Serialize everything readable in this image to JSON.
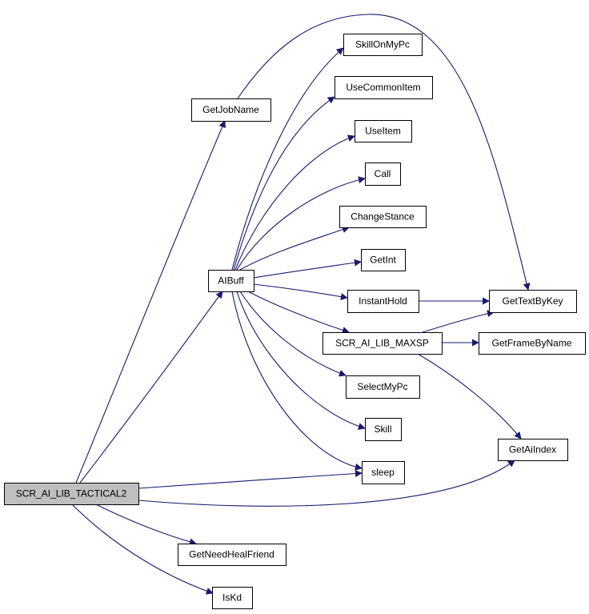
{
  "graph": {
    "edge_color": "#191970",
    "root_fill": "#bfbfbf",
    "nodes": [
      {
        "id": "root",
        "label": "SCR_AI_LIB_TACTICAL2"
      },
      {
        "id": "getjobname",
        "label": "GetJobName"
      },
      {
        "id": "aibuff",
        "label": "AIBuff"
      },
      {
        "id": "skillonmypc",
        "label": "SkillOnMyPc"
      },
      {
        "id": "usecommonitem",
        "label": "UseCommonItem"
      },
      {
        "id": "useitem",
        "label": "UseItem"
      },
      {
        "id": "call",
        "label": "Call"
      },
      {
        "id": "changestance",
        "label": "ChangeStance"
      },
      {
        "id": "getint",
        "label": "GetInt"
      },
      {
        "id": "instanthold",
        "label": "InstantHold"
      },
      {
        "id": "maxsp",
        "label": "SCR_AI_LIB_MAXSP"
      },
      {
        "id": "selectmypc",
        "label": "SelectMyPc"
      },
      {
        "id": "skill",
        "label": "Skill"
      },
      {
        "id": "sleep",
        "label": "sleep"
      },
      {
        "id": "gettextbykey",
        "label": "GetTextByKey"
      },
      {
        "id": "getframebyname",
        "label": "GetFrameByName"
      },
      {
        "id": "getaiindex",
        "label": "GetAiIndex"
      },
      {
        "id": "getneedhealfriend",
        "label": "GetNeedHealFriend"
      },
      {
        "id": "iskd",
        "label": "IsKd"
      }
    ],
    "edges": [
      {
        "from": "root",
        "to": "getjobname"
      },
      {
        "from": "root",
        "to": "aibuff"
      },
      {
        "from": "root",
        "to": "sleep"
      },
      {
        "from": "root",
        "to": "getaiindex"
      },
      {
        "from": "root",
        "to": "getneedhealfriend"
      },
      {
        "from": "root",
        "to": "iskd"
      },
      {
        "from": "getjobname",
        "to": "gettextbykey"
      },
      {
        "from": "aibuff",
        "to": "skillonmypc"
      },
      {
        "from": "aibuff",
        "to": "usecommonitem"
      },
      {
        "from": "aibuff",
        "to": "useitem"
      },
      {
        "from": "aibuff",
        "to": "call"
      },
      {
        "from": "aibuff",
        "to": "changestance"
      },
      {
        "from": "aibuff",
        "to": "getint"
      },
      {
        "from": "aibuff",
        "to": "instanthold"
      },
      {
        "from": "aibuff",
        "to": "maxsp"
      },
      {
        "from": "aibuff",
        "to": "selectmypc"
      },
      {
        "from": "aibuff",
        "to": "skill"
      },
      {
        "from": "aibuff",
        "to": "sleep"
      },
      {
        "from": "instanthold",
        "to": "gettextbykey"
      },
      {
        "from": "maxsp",
        "to": "gettextbykey"
      },
      {
        "from": "maxsp",
        "to": "getframebyname"
      },
      {
        "from": "maxsp",
        "to": "getaiindex"
      }
    ]
  }
}
